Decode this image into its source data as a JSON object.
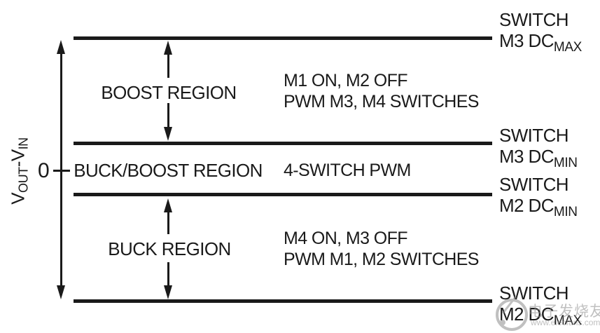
{
  "figure": {
    "axis": {
      "y_label": {
        "v1": "V",
        "sub1": "OUT",
        "minus": "-",
        "v2": "V",
        "sub2": "IN"
      },
      "zero": "0"
    },
    "regions": {
      "boost": {
        "label": "BOOST REGION",
        "desc1": "M1 ON, M2 OFF",
        "desc2": "PWM M3, M4 SWITCHES"
      },
      "buck_boost": {
        "label": "BUCK/BOOST REGION",
        "desc1": "4-SWITCH PWM"
      },
      "buck": {
        "label": "BUCK REGION",
        "desc1": "M4 ON, M3 OFF",
        "desc2": "PWM M1, M2 SWITCHES"
      }
    },
    "thresholds": [
      {
        "word": "SWITCH",
        "main": "M3 DC",
        "sub": "MAX"
      },
      {
        "word": "SWITCH",
        "main": "M3 DC",
        "sub": "MIN"
      },
      {
        "word": "SWITCH",
        "main": "M2 DC",
        "sub": "MIN"
      },
      {
        "word": "SWITCH",
        "main": "M2 DC",
        "sub": "MAX"
      }
    ]
  },
  "watermark": {
    "name": "电子发烧友",
    "url": "www.elecfans.com"
  },
  "colors": {
    "ink": "#1a1a1a",
    "background": "#ffffff",
    "watermark_gray": "#8d8d8d"
  }
}
